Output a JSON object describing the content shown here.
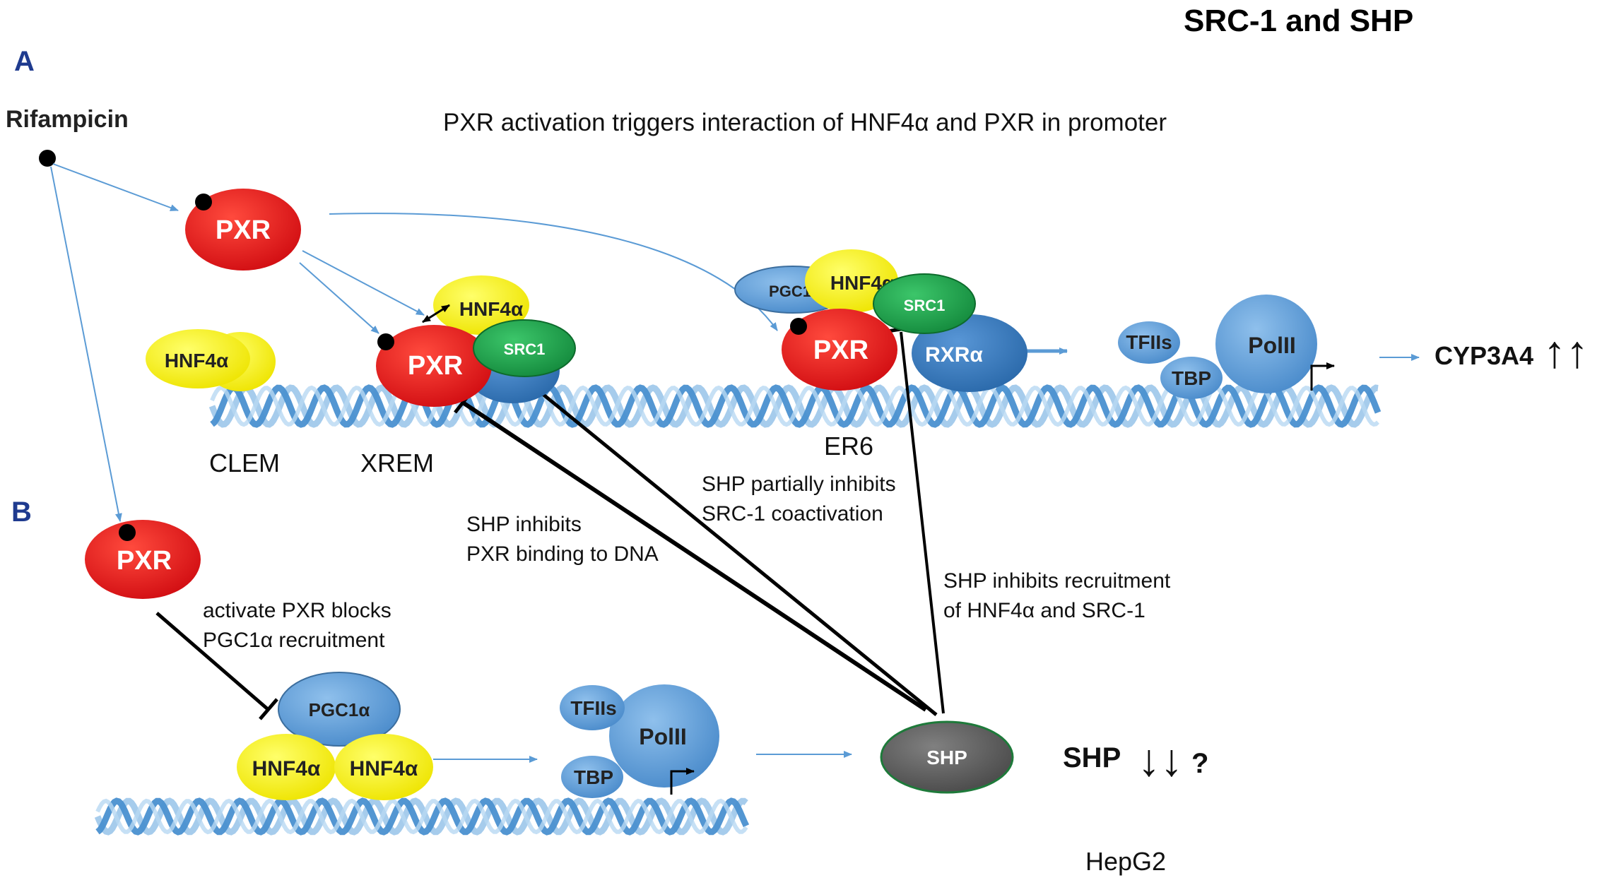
{
  "header": {
    "title": "SRC-1 and SHP",
    "panel_a": "A",
    "panel_b": "B"
  },
  "panel_a": {
    "ligand": "Rifampicin",
    "caption": "PXR activation triggers interaction of HNF4α and PXR in promoter",
    "pxr": "PXR",
    "hnf4a": "HNF4α",
    "src1": "SRC1",
    "pgc1": "PGC1",
    "rxra": "RXRα",
    "tfiis": "TFIIs",
    "tbp": "TBP",
    "polii": "PolII",
    "output": "CYP3A4",
    "output_arrows": "↑↑",
    "regions": {
      "clem": "CLEM",
      "xrem": "XREM",
      "er6": "ER6"
    },
    "notes": {
      "partial": [
        "SHP partially inhibits",
        "SRC-1 coactivation"
      ],
      "binding": [
        "SHP inhibits",
        "PXR binding to DNA"
      ],
      "recruit": [
        "SHP inhibits recruitment",
        "of HNF4α and SRC-1"
      ]
    }
  },
  "panel_b": {
    "pxr": "PXR",
    "note": [
      "activate PXR blocks",
      "PGC1α recruitment"
    ],
    "pgc1a": "PGC1α",
    "hnf4a": "HNF4α",
    "tfiis": "TFIIs",
    "tbp": "TBP",
    "polii": "PolII",
    "shp": "SHP",
    "shp_label": "SHP",
    "shp_arrows": "↓↓",
    "question": "?",
    "cell": "HepG2"
  },
  "colors": {
    "red": "#e01b1b",
    "yellow": "#f5f01e",
    "green": "#1aa34a",
    "blue_light": "#5b9bd5",
    "blue_dark": "#2e75b6",
    "arrow": "#5b9bd5",
    "shp": "#595959"
  }
}
